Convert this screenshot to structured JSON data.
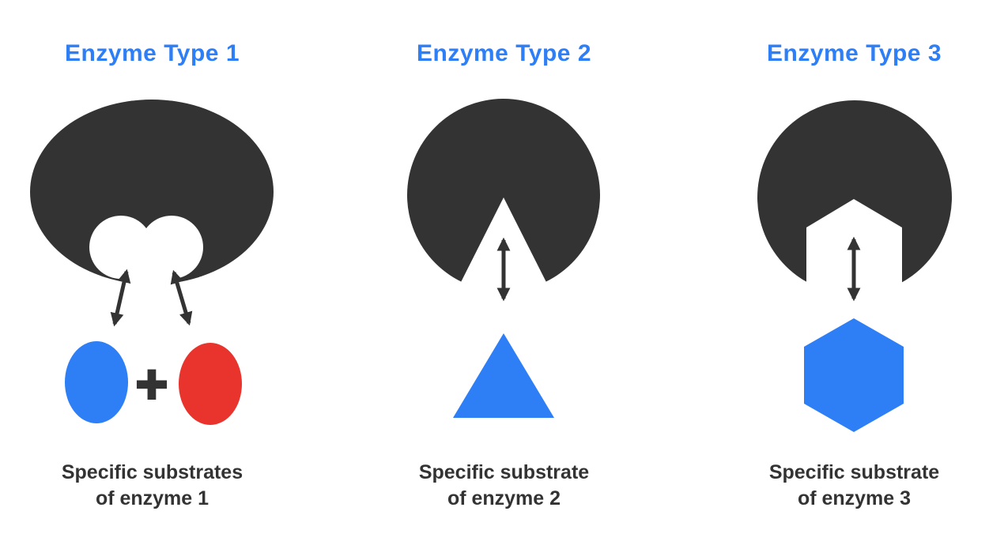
{
  "colors": {
    "accent_blue": "#2e7ef5",
    "dark_shape": "#333333",
    "substrate_red": "#e9342e",
    "background": "#ffffff"
  },
  "columns": [
    {
      "title": "Enzyme Type 1",
      "plus_label": "+",
      "caption": {
        "line1": "Specific substrates",
        "line2": "of enzyme 1"
      }
    },
    {
      "title": "Enzyme Type 2",
      "caption": {
        "line1": "Specific substrate",
        "line2": "of enzyme 2"
      }
    },
    {
      "title": "Enzyme Type 3",
      "caption": {
        "line1": "Specific substrate",
        "line2": "of enzyme 3"
      }
    }
  ]
}
